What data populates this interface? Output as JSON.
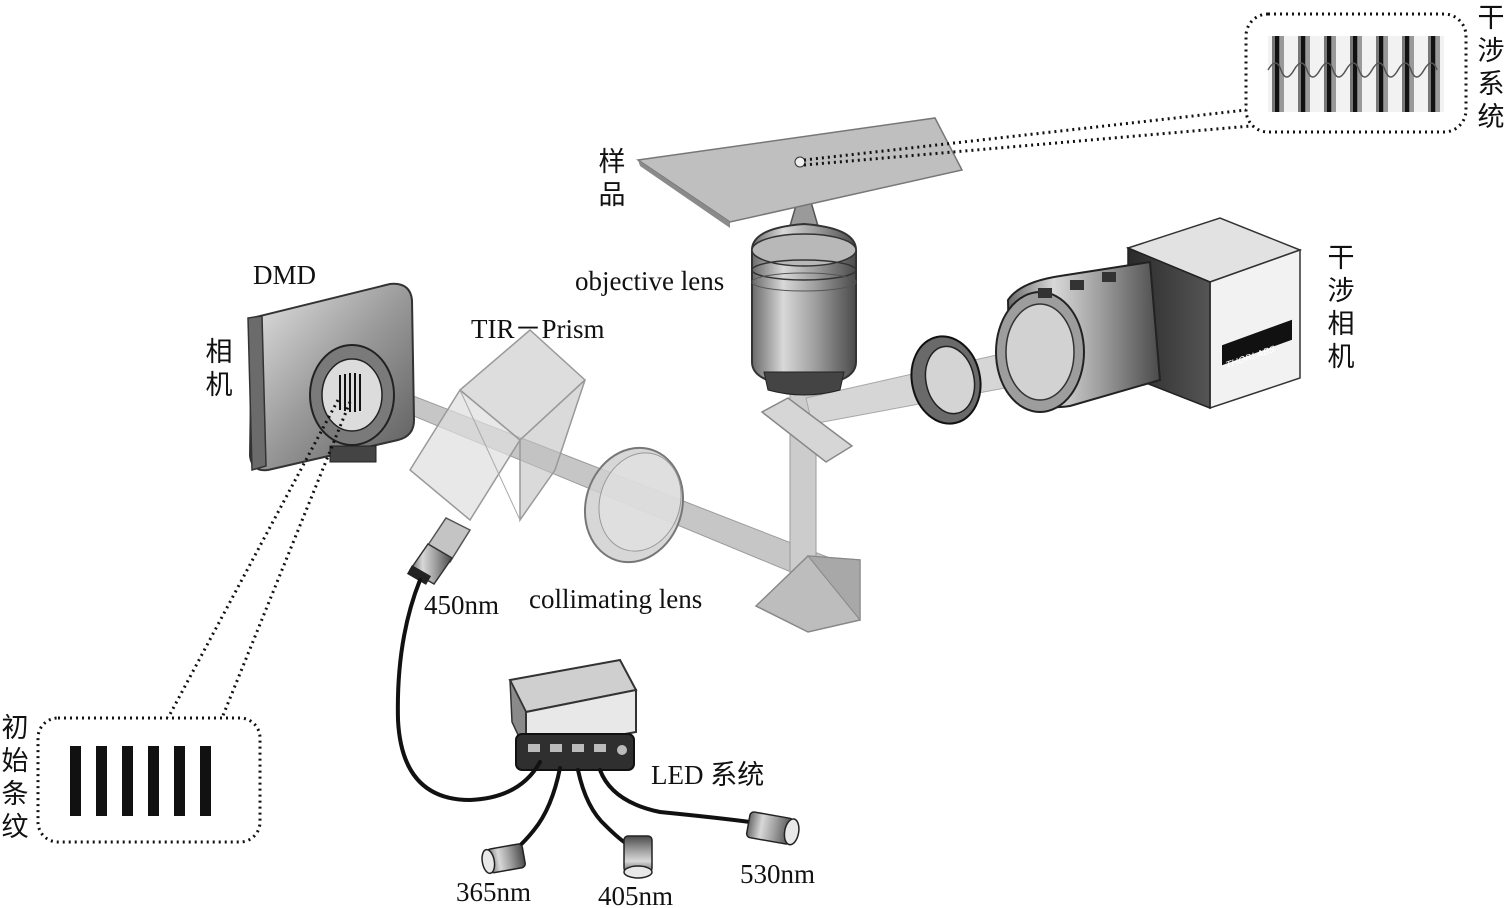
{
  "labels": {
    "dmd": "DMD",
    "camera_left": "相机",
    "tir_prism": "TIR－Prism",
    "objective_lens": "objective lens",
    "sample": "样品",
    "interference_camera": "干涉相机",
    "interference_system": "干涉系统",
    "collimating_lens": "collimating lens",
    "wavelength_450": "450nm",
    "led_system": "LED 系统",
    "wavelength_365": "365nm",
    "wavelength_405": "405nm",
    "wavelength_530": "530nm",
    "initial_fringes": "初始条纹",
    "thorlabs_brand": "THORLABS"
  },
  "colors": {
    "line": "#111111",
    "beam": "#c8c8c8",
    "device": "#8a8a8a",
    "device_dark": "#3a3a3a",
    "glass": "#d9d9d9"
  },
  "icons": {
    "dmd_camera": "dmd-camera-icon",
    "tir_prism": "tir-prism-icon",
    "objective": "objective-lens-icon",
    "sample_slide": "sample-slide-icon",
    "interference_camera": "interference-camera-icon",
    "led_box": "led-controller-icon",
    "led_heads": "led-head-icon",
    "mirror": "fold-mirror-icon",
    "beam_splitter": "beam-splitter-icon"
  }
}
